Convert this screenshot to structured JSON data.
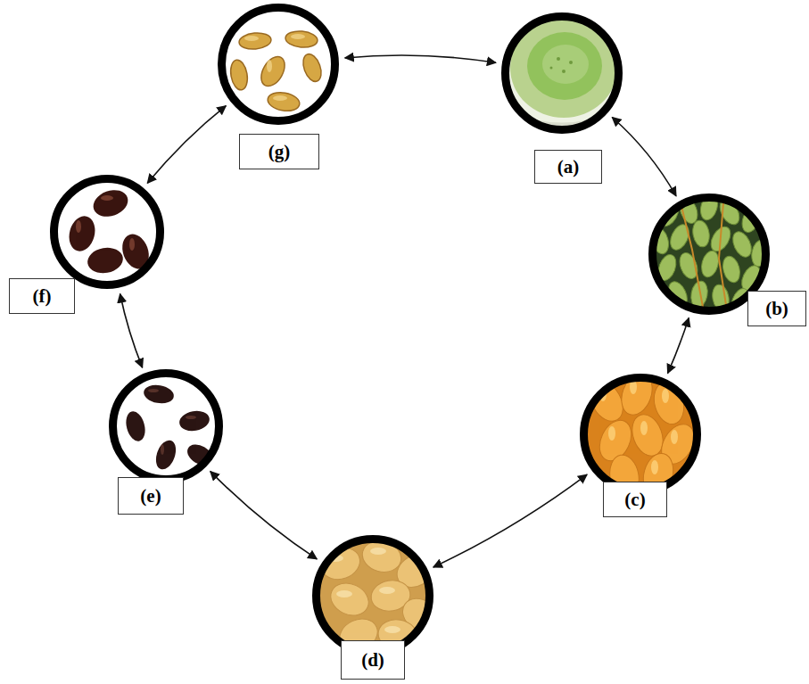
{
  "diagram": {
    "nodes": [
      {
        "text": [
          "(a)"
        ]
      },
      {
        "text": [
          "(b)"
        ]
      },
      {
        "text": [
          "(c)"
        ]
      },
      {
        "text": [
          "(d)"
        ]
      },
      {
        "text": [
          "(e)"
        ]
      },
      {
        "text": [
          "(f)"
        ]
      },
      {
        "text": [
          "(g)"
        ]
      }
    ],
    "edges": [
      {
        "from": 0,
        "to": 1,
        "arrow": "both"
      },
      {
        "from": 1,
        "to": 2,
        "arrow": "both"
      },
      {
        "from": 2,
        "to": 3,
        "arrow": "both"
      },
      {
        "from": 3,
        "to": 4,
        "arrow": "both"
      },
      {
        "from": 4,
        "to": 5,
        "arrow": "both"
      },
      {
        "from": 5,
        "to": 6,
        "arrow": "both"
      },
      {
        "from": 6,
        "to": 0,
        "arrow": "both"
      }
    ]
  }
}
